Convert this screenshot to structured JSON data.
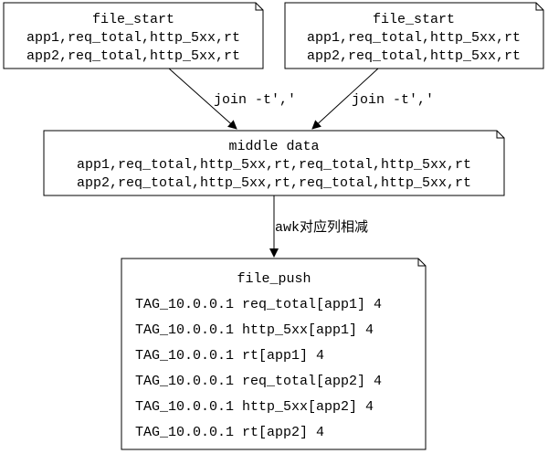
{
  "nodes": {
    "file_start_left": {
      "title": "file_start",
      "lines": [
        "app1,req_total,http_5xx,rt",
        "app2,req_total,http_5xx,rt"
      ]
    },
    "file_start_right": {
      "title": "file_start",
      "lines": [
        "app1,req_total,http_5xx,rt",
        "app2,req_total,http_5xx,rt"
      ]
    },
    "middle_data": {
      "title": "middle data",
      "lines": [
        "app1,req_total,http_5xx,rt,req_total,http_5xx,rt",
        "app2,req_total,http_5xx,rt,req_total,http_5xx,rt"
      ]
    },
    "file_push": {
      "title": "file_push",
      "lines": [
        "TAG_10.0.0.1 req_total[app1] 4",
        "TAG_10.0.0.1 http_5xx[app1] 4",
        "TAG_10.0.0.1 rt[app1] 4",
        "TAG_10.0.0.1 req_total[app2] 4",
        "TAG_10.0.0.1 http_5xx[app2] 4",
        "TAG_10.0.0.1 rt[app2] 4"
      ]
    }
  },
  "edges": {
    "left_to_middle": {
      "label": "join -t',' "
    },
    "right_to_middle": {
      "label": "join -t','"
    },
    "middle_to_push": {
      "label": "awk对应列相减"
    }
  }
}
